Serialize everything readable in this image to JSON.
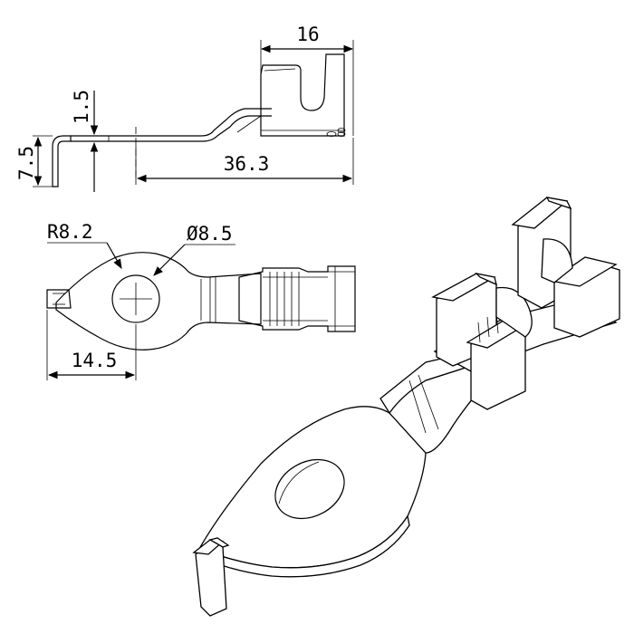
{
  "dimensions": {
    "slot_width": "16",
    "thickness": "1.5",
    "height": "7.5",
    "length": "36.3",
    "radius": "R8.2",
    "hole_diameter": "Ø8.5",
    "hole_offset": "14.5"
  },
  "colors": {
    "line": "#000000",
    "background": "#ffffff",
    "metal_light": "#f2f2f2",
    "metal_mid": "#bdbdbd",
    "metal_dark": "#6b6b6b"
  }
}
